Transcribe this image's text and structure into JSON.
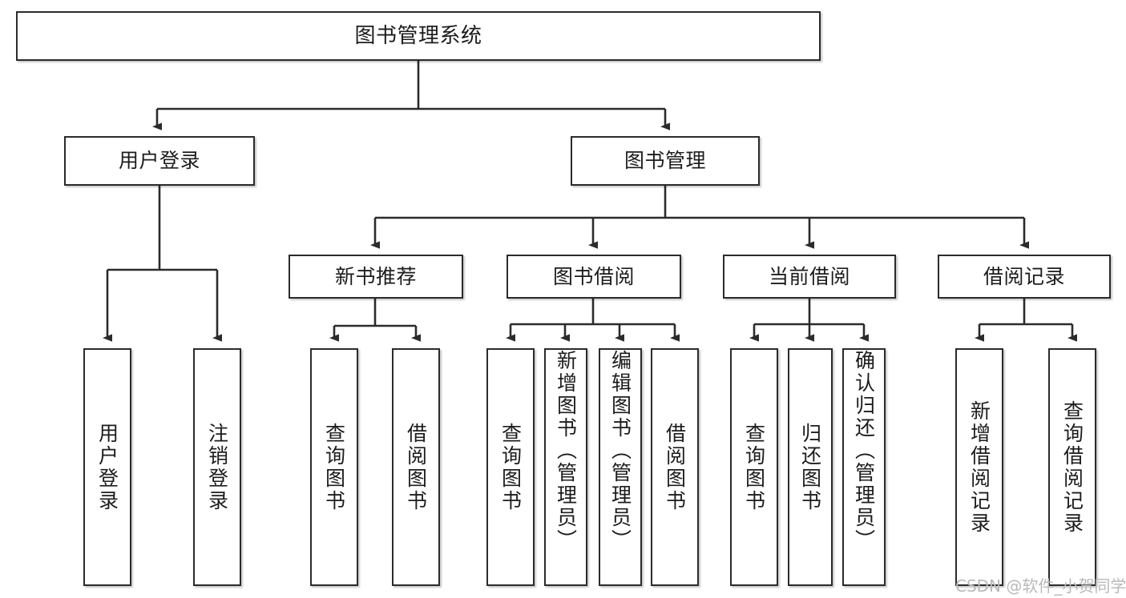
{
  "diagram": {
    "title": "图书管理系统",
    "type": "hierarchy-tree",
    "colors": {
      "box_border": "#2b2b2b",
      "box_fill": "#ffffff",
      "edge": "#2b2b2b",
      "text": "#1c1c1c",
      "watermark": "#b9b9b9",
      "background": "#ffffff"
    },
    "levels": [
      {
        "level": 0,
        "nodes": [
          {
            "id": "root",
            "label": "图书管理系统",
            "orientation": "horizontal"
          }
        ]
      },
      {
        "level": 1,
        "nodes": [
          {
            "id": "login",
            "label": "用户登录",
            "orientation": "horizontal",
            "parent": "root"
          },
          {
            "id": "bookmgmt",
            "label": "图书管理",
            "orientation": "horizontal",
            "parent": "root"
          }
        ]
      },
      {
        "level": 2,
        "nodes": [
          {
            "id": "newbook",
            "label": "新书推荐",
            "orientation": "horizontal",
            "parent": "bookmgmt"
          },
          {
            "id": "borrow",
            "label": "图书借阅",
            "orientation": "horizontal",
            "parent": "bookmgmt"
          },
          {
            "id": "current",
            "label": "当前借阅",
            "orientation": "horizontal",
            "parent": "bookmgmt"
          },
          {
            "id": "records",
            "label": "借阅记录",
            "orientation": "horizontal",
            "parent": "bookmgmt"
          }
        ]
      },
      {
        "level": 3,
        "nodes": [
          {
            "id": "leaf-login-1",
            "label": "用户登录",
            "orientation": "vertical",
            "parent": "login"
          },
          {
            "id": "leaf-login-2",
            "label": "注销登录",
            "orientation": "vertical",
            "parent": "login"
          },
          {
            "id": "leaf-newbook-1",
            "label": "查询图书",
            "orientation": "vertical",
            "parent": "newbook"
          },
          {
            "id": "leaf-newbook-2",
            "label": "借阅图书",
            "orientation": "vertical",
            "parent": "newbook"
          },
          {
            "id": "leaf-borrow-1",
            "label": "查询图书",
            "orientation": "vertical",
            "parent": "borrow"
          },
          {
            "id": "leaf-borrow-2",
            "label": "新增图书（管理员）",
            "orientation": "vertical",
            "parent": "borrow"
          },
          {
            "id": "leaf-borrow-3",
            "label": "编辑图书（管理员）",
            "orientation": "vertical",
            "parent": "borrow"
          },
          {
            "id": "leaf-borrow-4",
            "label": "借阅图书",
            "orientation": "vertical",
            "parent": "borrow"
          },
          {
            "id": "leaf-current-1",
            "label": "查询图书",
            "orientation": "vertical",
            "parent": "current"
          },
          {
            "id": "leaf-current-2",
            "label": "归还图书",
            "orientation": "vertical",
            "parent": "current"
          },
          {
            "id": "leaf-current-3",
            "label": "确认归还（管理员）",
            "orientation": "vertical",
            "parent": "current"
          },
          {
            "id": "leaf-records-1",
            "label": "新增借阅记录",
            "orientation": "vertical",
            "parent": "records"
          },
          {
            "id": "leaf-records-2",
            "label": "查询借阅记录",
            "orientation": "vertical",
            "parent": "records"
          }
        ]
      }
    ]
  },
  "watermark": {
    "text": "CSDN @软件_小贺同学"
  }
}
